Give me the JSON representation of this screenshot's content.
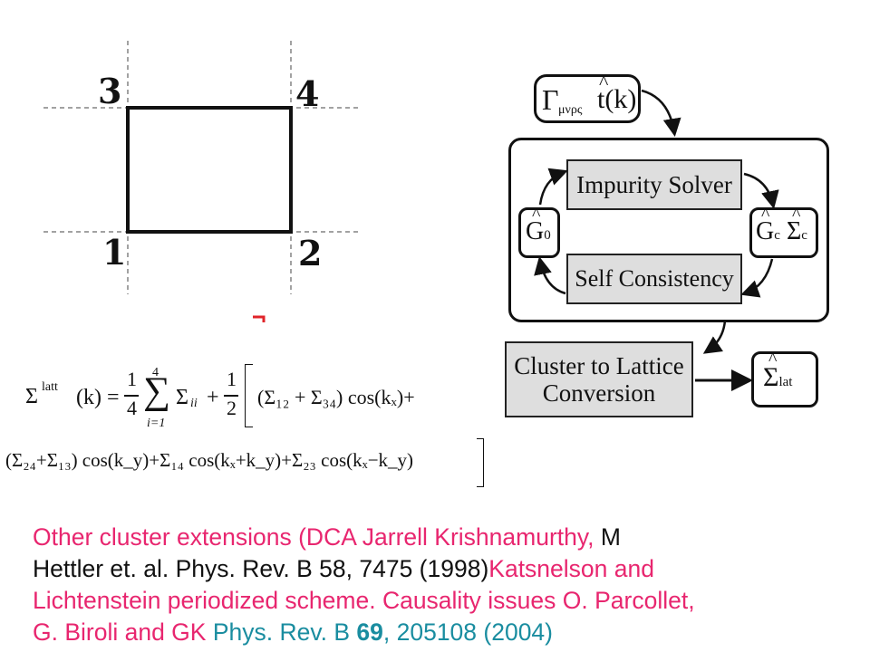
{
  "plaquette": {
    "site_labels": [
      "3",
      "4",
      "1",
      "2"
    ]
  },
  "flow": {
    "input_gamma": "Γ",
    "input_gamma_sub": "μνρς",
    "input_hat": "^",
    "input_t": "t(k)",
    "impurity_solver": "Impurity Solver",
    "self_consistency": "Self Consistency",
    "g0_base": "G",
    "g0_sub": "0",
    "gc_base": "G",
    "gc_sub": "c",
    "sigma_c_base": "Σ",
    "sigma_c_sub": "c",
    "cluster_to_lattice_line1": "Cluster to Lattice",
    "cluster_to_lattice_line2": "Conversion",
    "sigma_lat_base": "Σ",
    "sigma_lat_sub": "lat",
    "hat": "^"
  },
  "equation": {
    "lhs_sigma": "Σ",
    "lhs_sup": "latt",
    "lhs_arg": "(k) =",
    "frac_num1": "1",
    "frac_den1": "4",
    "sum_top": "4",
    "sum_bottom": "i=1",
    "sum_sigma": "∑",
    "term_ii": "Σ",
    "term_ii_sub": "ii",
    "plus": "+",
    "frac_num2": "1",
    "frac_den2": "2",
    "line1_rest": "(Σ₁₂ + Σ₃₄) cos(kₓ)+",
    "line2": "(Σ₂₄+Σ₁₃) cos(k_y)+Σ₁₄ cos(kₓ+k_y)+Σ₂₃ cos(kₓ−k_y)"
  },
  "caption": {
    "p1": "Other cluster extensions  (DCA  Jarrell Krishnamurthy, ",
    "p2": "M",
    "p3": "Hettler et. al. Phys. Rev. B   58, 7475 (1998)",
    "p4": "Katsnelson and",
    "p5": "Lichtenstein periodized  scheme. Causality issues O. Parcollet,",
    "p6": "G. Biroli and GK  ",
    "p7": "Phys. Rev. B ",
    "p8": "69",
    "p9": ", 205108 (2004)"
  },
  "colors": {
    "pink": "#e8266f",
    "teal": "#1a8da0",
    "marker_red": "#e0242a"
  }
}
